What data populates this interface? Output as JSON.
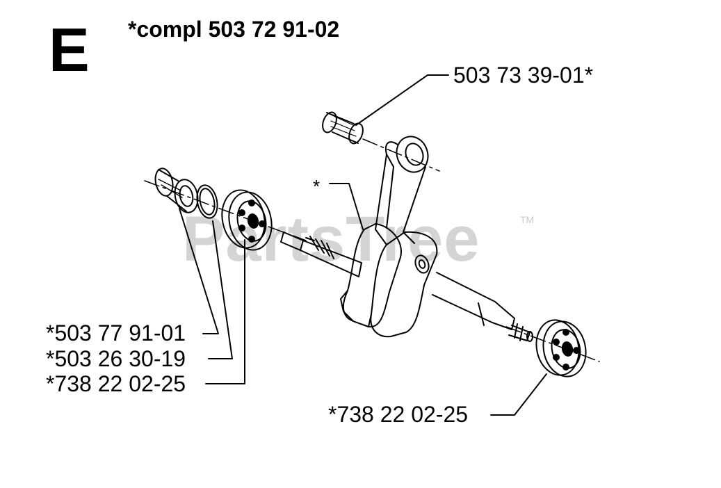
{
  "diagram": {
    "section_letter": "E",
    "title": "*compl 503 72 91-02",
    "watermark": "PartsTree",
    "watermark_tm": "TM",
    "asterisk_callout": "*",
    "callouts": [
      {
        "id": "needle-bearing",
        "label": "503 73 39-01*"
      },
      {
        "id": "seal-sleeve",
        "label": "*503 77 91-01"
      },
      {
        "id": "o-ring",
        "label": "*503 26 30-19"
      },
      {
        "id": "ball-bearing-left",
        "label": "*738 22 02-25"
      },
      {
        "id": "ball-bearing-right",
        "label": "*738 22 02-25"
      }
    ]
  }
}
